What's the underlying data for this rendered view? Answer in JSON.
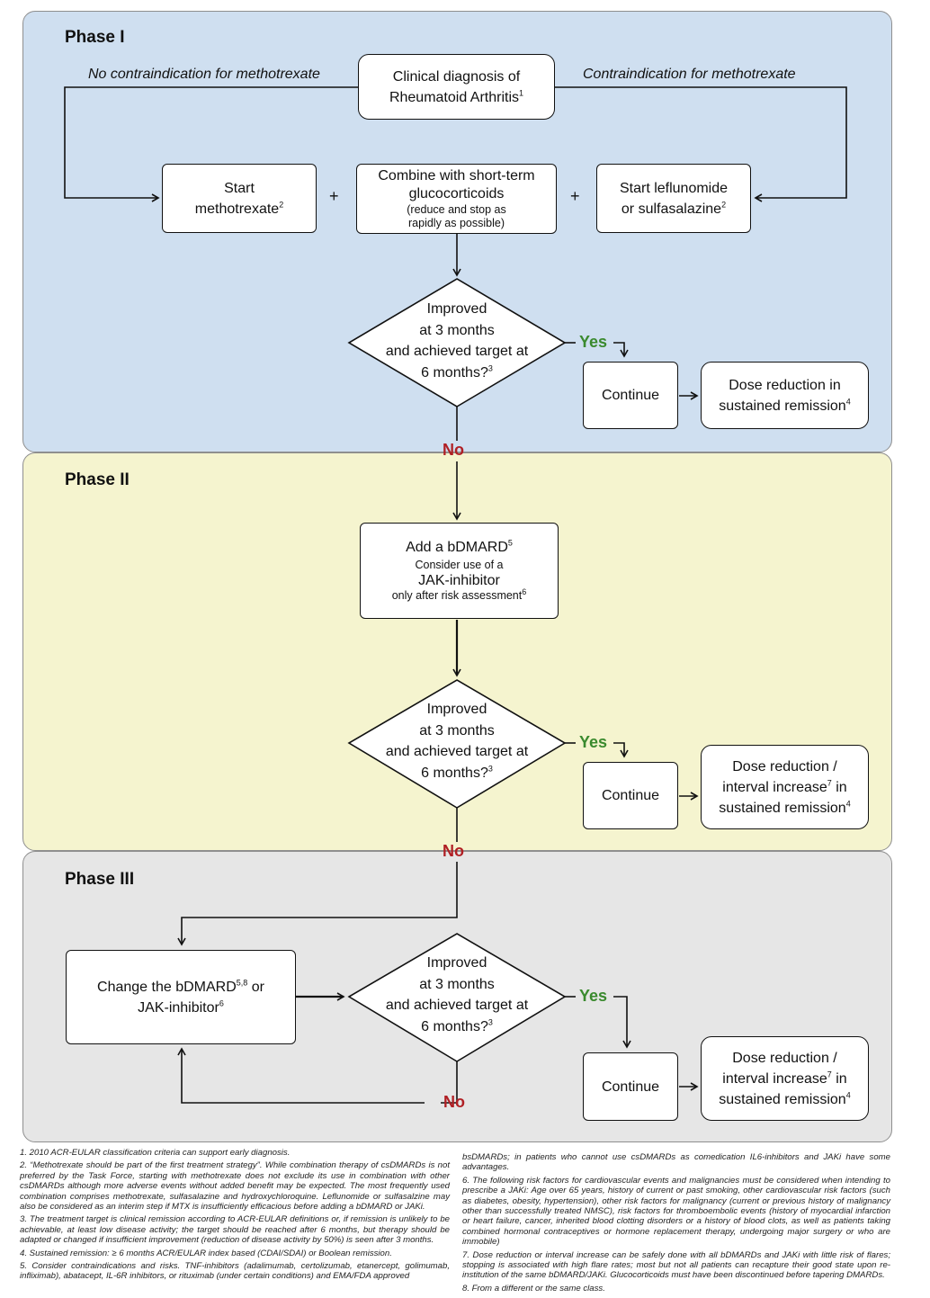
{
  "phase1": {
    "title": "Phase I",
    "branch_left": "No contraindication for methotrexate",
    "branch_right": "Contraindication for methotrexate",
    "diagnosis": {
      "line1": "Clinical diagnosis of",
      "line2": "Rheumatoid Arthritis",
      "ref": "1"
    },
    "start_mtx": {
      "line1": "Start",
      "line2": "methotrexate",
      "ref": "2"
    },
    "gluco": {
      "line1": "Combine with short-term",
      "line2": "glucocorticoids",
      "line3": "(reduce and stop as",
      "line4": "rapidly as possible)"
    },
    "start_lef": {
      "line1": "Start leflunomide",
      "line2": "or sulfasalazine",
      "ref": "2"
    },
    "plus": "+",
    "decision": {
      "line1": "Improved",
      "line2": "at 3 months",
      "line3": "and achieved target at",
      "line4": "6 months?",
      "ref": "3"
    },
    "yes": "Yes",
    "continue": "Continue",
    "dose": {
      "line1": "Dose reduction in",
      "line2": "sustained remission",
      "ref": "4"
    },
    "no": "No"
  },
  "phase2": {
    "title": "Phase II",
    "add": {
      "line1": "Add a bDMARD",
      "ref1": "5",
      "line2": "Consider use of a",
      "line3": "JAK-inhibitor",
      "line4": "only after risk assessment",
      "ref2": "6"
    },
    "decision": {
      "line1": "Improved",
      "line2": "at 3 months",
      "line3": "and achieved target at",
      "line4": "6 months?",
      "ref": "3"
    },
    "yes": "Yes",
    "continue": "Continue",
    "dose": {
      "line1": "Dose reduction /",
      "line2a": "interval increase",
      "ref1": "7",
      "line2b": " in",
      "line3": "sustained remission",
      "ref2": "4"
    },
    "no": "No"
  },
  "phase3": {
    "title": "Phase III",
    "change": {
      "line1a": "Change the bDMARD",
      "ref1": "5,8",
      "line1b": " or",
      "line2": "JAK-inhibitor",
      "ref2": "6"
    },
    "decision": {
      "line1": "Improved",
      "line2": "at 3 months",
      "line3": "and achieved target at",
      "line4": "6 months?",
      "ref": "3"
    },
    "yes": "Yes",
    "continue": "Continue",
    "dose": {
      "line1": "Dose reduction /",
      "line2a": "interval increase",
      "ref1": "7",
      "line2b": " in",
      "line3": "sustained remission",
      "ref2": "4"
    },
    "no": "No"
  },
  "footnotes_left": [
    "1. 2010 ACR-EULAR classification criteria can support early diagnosis.",
    "2. “Methotrexate should be part of the first treatment strategy”. While combination therapy of csDMARDs is not preferred by the Task Force, starting with methotrexate does not exclude its use in combination with other csDMARDs although more adverse events without added benefit may be expected. The most frequently used combination comprises methotrexate, sulfasalazine and hydroxychloroquine. Leflunomide or sulfasalzine may also be considered as an interim step if MTX is insufficiently efficacious before adding a bDMARD or JAKi.",
    "3. The treatment target is clinical remission according to ACR-EULAR definitions or, if remission is unlikely to be achievable, at least low disease activity; the target should be reached after 6 months, but therapy should be adapted or changed if insufficient improvement (reduction of disease activity by 50%) is seen after 3 months.",
    "4. Sustained remission: ≥ 6 months ACR/EULAR index based (CDAI/SDAI) or Boolean remission.",
    "5. Consider contraindications and risks. TNF-inhibitors (adalimumab, certolizumab, etanercept, golimumab, infliximab), abatacept, IL-6R inhibitors, or rituximab (under certain conditions) and EMA/FDA approved"
  ],
  "footnotes_right": [
    "bsDMARDs; in patients who cannot use csDMARDs as comedication IL6-inhibitors and JAKi have some advantages.",
    "6. The following risk factors for cardiovascular events and malignancies must be considered when intending to prescribe a JAKi: Age over 65 years, history of current or past smoking, other cardiovascular risk factors (such as diabetes, obesity, hypertension), other risk factors for malignancy (current or previous history of malignancy other than successfully treated NMSC), risk factors for thromboembolic events (history of myocardial infarction or heart failure, cancer, inherited blood clotting disorders or a history of blood clots, as well as patients taking combined hormonal contraceptives or hormone replacement therapy, undergoing major surgery or who are immobile)",
    "7. Dose reduction or interval increase can be safely done with all bDMARDs and JAKi with little risk of flares; stopping is associated with high flare rates; most but not all patients can recapture their good state upon re-institution of the same bDMARD/JAKi. Glucocorticoids must have been discontinued before tapering DMARDs.",
    "8. From a different or the same class."
  ]
}
